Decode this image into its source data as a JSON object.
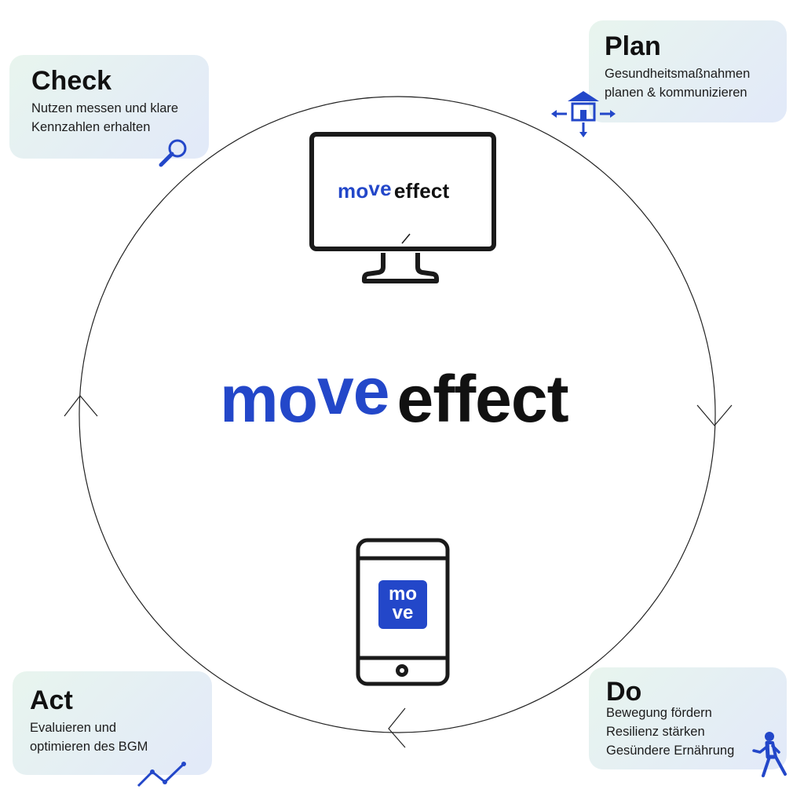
{
  "logo": {
    "part1": "mo",
    "part2": "ve",
    "part3": "effect"
  },
  "app_icon": {
    "line1": "mo",
    "line2": "ve"
  },
  "steps": {
    "check": {
      "title": "Check",
      "lines": [
        "Nutzen messen und klare",
        "Kennzahlen erhalten"
      ],
      "icon": "magnifier-icon"
    },
    "plan": {
      "title": "Plan",
      "lines": [
        "Gesundheitsmaßnahmen",
        "planen & kommunizieren"
      ],
      "icon": "house-arrows-icon"
    },
    "act": {
      "title": "Act",
      "lines": [
        "Evaluieren und",
        "optimieren des BGM"
      ],
      "icon": "trend-line-icon"
    },
    "do": {
      "title": "Do",
      "lines": [
        "Bewegung fördern",
        "Resilienz stärken",
        "Gesündere Ernährung"
      ],
      "icon": "walking-person-icon"
    }
  },
  "colors": {
    "brand_blue": "#2347c9",
    "text_dark": "#111111",
    "card_gradient_start": "#e8f5ee",
    "card_gradient_end": "#e2e9f9"
  }
}
